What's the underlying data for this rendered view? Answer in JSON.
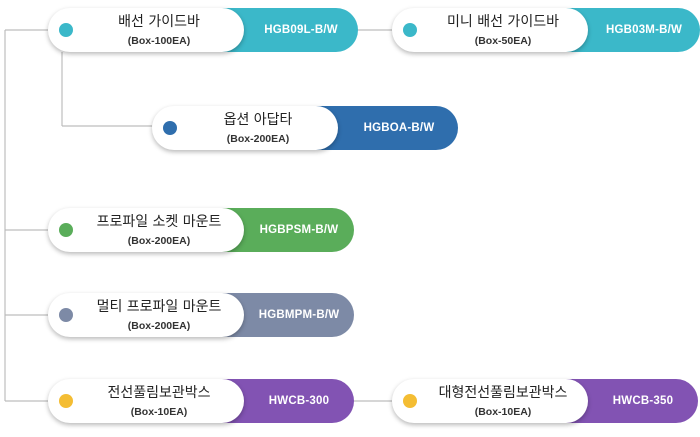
{
  "colors": {
    "teal": "#3bb8c9",
    "blue": "#2f6ead",
    "green": "#5aad5a",
    "slate": "#7d8aa6",
    "purple": "#8253b3",
    "yellow": "#f4bd33",
    "connector": "#bdbdbd"
  },
  "nodes": [
    {
      "name": "배선 가이드바",
      "qty": "(Box-100EA)",
      "code": "HGB09L-B/W",
      "color": "teal"
    },
    {
      "name": "미니 배선 가이드바",
      "qty": "(Box-50EA)",
      "code": "HGB03M-B/W",
      "color": "teal"
    },
    {
      "name": "옵션 아답타",
      "qty": "(Box-200EA)",
      "code": "HGBOA-B/W",
      "color": "blue"
    },
    {
      "name": "프로파일 소켓 마운트",
      "qty": "(Box-200EA)",
      "code": "HGBPSM-B/W",
      "color": "green"
    },
    {
      "name": "멀티 프로파일 마운트",
      "qty": "(Box-200EA)",
      "code": "HGBMPM-B/W",
      "color": "slate"
    },
    {
      "name": "전선풀림보관박스",
      "qty": "(Box-10EA)",
      "code": "HWCB-300",
      "color": "purple"
    },
    {
      "name": "대형전선풀림보관박스",
      "qty": "(Box-10EA)",
      "code": "HWCB-350",
      "color": "purple"
    }
  ]
}
